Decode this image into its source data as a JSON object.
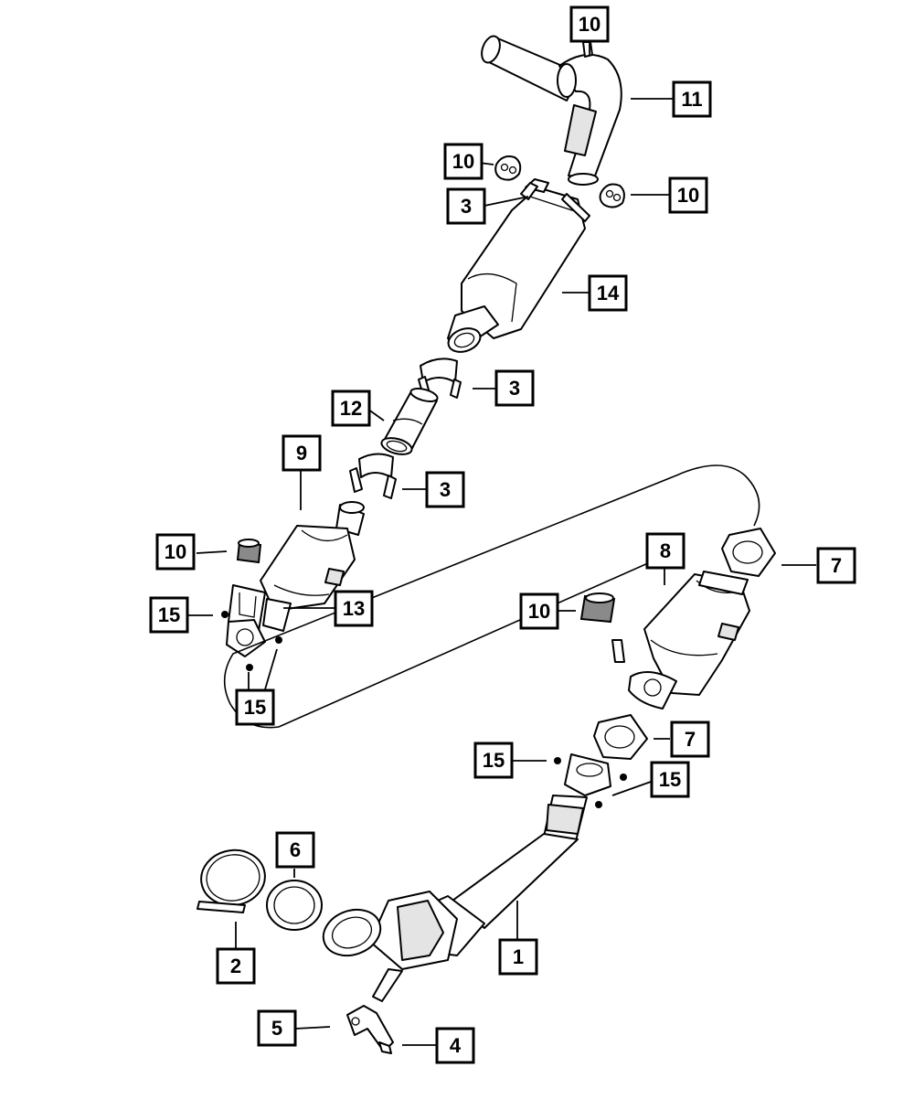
{
  "diagram": {
    "callouts": [
      {
        "id": "c10-top",
        "label": "10"
      },
      {
        "id": "c11",
        "label": "11"
      },
      {
        "id": "c10-left-upper",
        "label": "10"
      },
      {
        "id": "c10-right-upper",
        "label": "10"
      },
      {
        "id": "c3-upper",
        "label": "3"
      },
      {
        "id": "c14",
        "label": "14"
      },
      {
        "id": "c3-middle",
        "label": "3"
      },
      {
        "id": "c12",
        "label": "12"
      },
      {
        "id": "c9",
        "label": "9"
      },
      {
        "id": "c3-lower",
        "label": "3"
      },
      {
        "id": "c10-left-lower",
        "label": "10"
      },
      {
        "id": "c13",
        "label": "13"
      },
      {
        "id": "c15-left-upper",
        "label": "15"
      },
      {
        "id": "c15-left-lower",
        "label": "15"
      },
      {
        "id": "c8",
        "label": "8"
      },
      {
        "id": "c7-upper",
        "label": "7"
      },
      {
        "id": "c10-right-lower",
        "label": "10"
      },
      {
        "id": "c7-lower",
        "label": "7"
      },
      {
        "id": "c15-right-left",
        "label": "15"
      },
      {
        "id": "c15-right-right",
        "label": "15"
      },
      {
        "id": "c6",
        "label": "6"
      },
      {
        "id": "c2",
        "label": "2"
      },
      {
        "id": "c1",
        "label": "1"
      },
      {
        "id": "c5",
        "label": "5"
      },
      {
        "id": "c4",
        "label": "4"
      }
    ]
  }
}
